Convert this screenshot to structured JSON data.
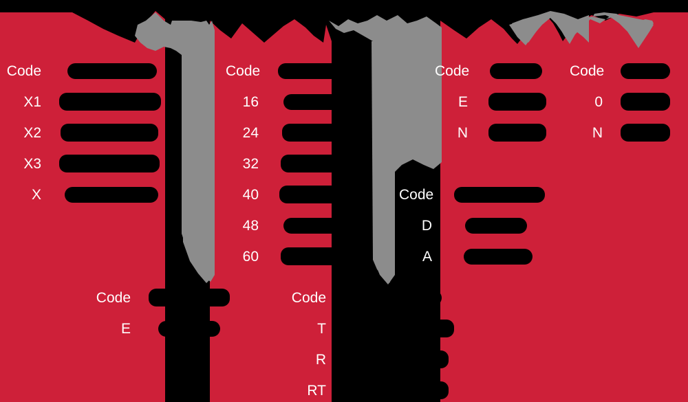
{
  "document": {
    "kind": "redacted-code-tables",
    "page_background": "#000000",
    "highlight_color": "#CE2039",
    "secondary_highlight_color": "#8C8C8C",
    "redaction_color": "#000000",
    "label_color": "#FFFFFF"
  },
  "tables": [
    {
      "id": "table-left-x",
      "header_label": "Code",
      "rows": [
        {
          "label": "Code",
          "value": ""
        },
        {
          "label": "X1",
          "value": ""
        },
        {
          "label": "X2",
          "value": ""
        },
        {
          "label": "X3",
          "value": ""
        },
        {
          "label": "X",
          "value": ""
        }
      ]
    },
    {
      "id": "table-middle-numeric",
      "header_label": "Code",
      "rows": [
        {
          "label": "Code",
          "value": ""
        },
        {
          "label": "16",
          "value": ""
        },
        {
          "label": "24",
          "value": ""
        },
        {
          "label": "32",
          "value": ""
        },
        {
          "label": "40",
          "value": ""
        },
        {
          "label": "48",
          "value": ""
        },
        {
          "label": "60",
          "value": ""
        }
      ]
    },
    {
      "id": "table-right-en",
      "header_label": "Code",
      "rows": [
        {
          "label": "Code",
          "value": ""
        },
        {
          "label": "E",
          "value": ""
        },
        {
          "label": "N",
          "value": ""
        }
      ]
    },
    {
      "id": "table-far-right-0n",
      "header_label": "Code",
      "rows": [
        {
          "label": "Code",
          "value": ""
        },
        {
          "label": "0",
          "value": ""
        },
        {
          "label": "N",
          "value": ""
        }
      ]
    },
    {
      "id": "table-right-da",
      "header_label": "Code",
      "rows": [
        {
          "label": "Code",
          "value": ""
        },
        {
          "label": "D",
          "value": ""
        },
        {
          "label": "A",
          "value": ""
        }
      ]
    },
    {
      "id": "table-bottom-left-e",
      "header_label": "Code",
      "rows": [
        {
          "label": "Code",
          "value": ""
        },
        {
          "label": "E",
          "value": ""
        }
      ]
    },
    {
      "id": "table-bottom-right-trrt",
      "header_label": "Code",
      "rows": [
        {
          "label": "Code",
          "value": ""
        },
        {
          "label": "T",
          "value": ""
        },
        {
          "label": "R",
          "value": ""
        },
        {
          "label": "RT",
          "value": ""
        }
      ]
    }
  ]
}
